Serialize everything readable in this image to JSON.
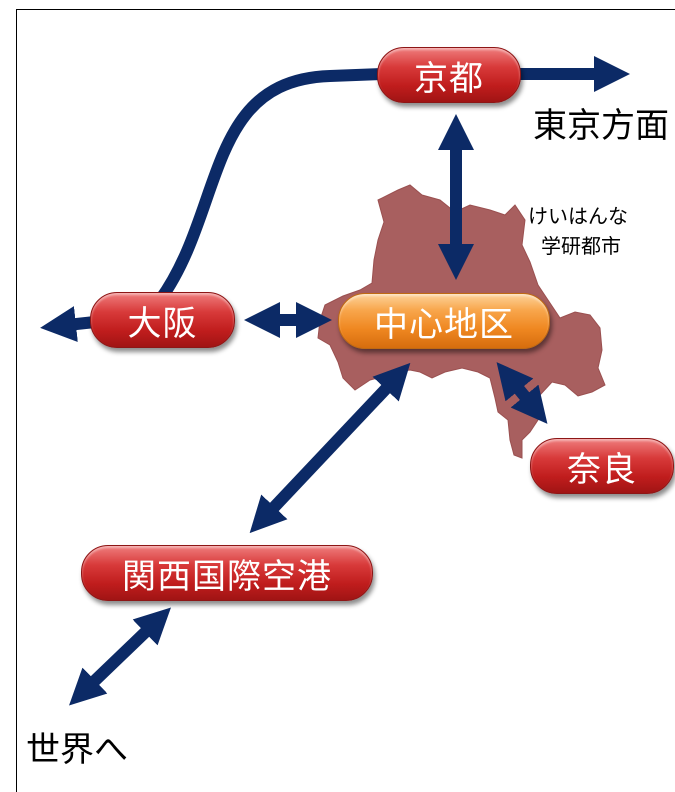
{
  "nodes": {
    "kyoto": "京都",
    "osaka": "大阪",
    "central": "中心地区",
    "nara": "奈良",
    "kix": "関西国際空港"
  },
  "labels": {
    "tokyo_direction": "東京方面",
    "keihanna_line1": "けいはんな",
    "keihanna_line2": "学研都市",
    "to_world": "世界へ"
  },
  "colors": {
    "arrow": "#0c2a66",
    "region": "#a85f5f",
    "node_red": "#c62828",
    "node_orange": "#f08a24"
  }
}
